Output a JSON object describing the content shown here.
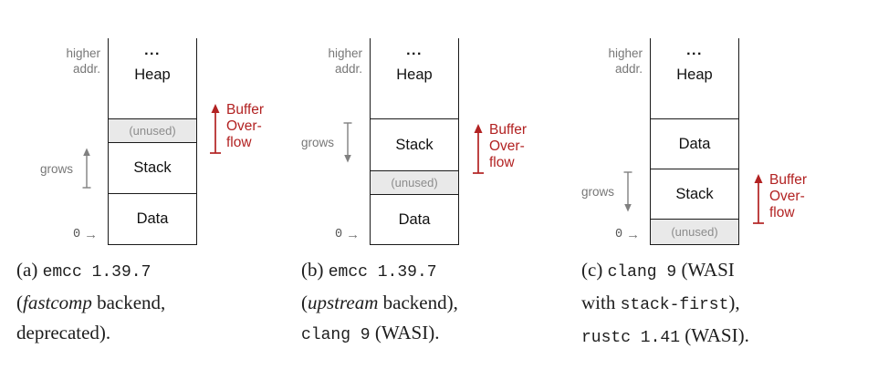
{
  "figure": {
    "colors": {
      "overflow_red": "#b22222",
      "muted_gray": "#777777",
      "unused_bg": "#e9e9e9",
      "border": "#1a1a1a"
    },
    "diagrams": {
      "a": {
        "higher_addr_line1": "higher",
        "higher_addr_line2": "addr.",
        "grows_label": "grows",
        "zero_label": "0",
        "zero_arrow_icon": "→",
        "heap_dots": "...",
        "heap_label": "Heap",
        "unused_label": "(unused)",
        "stack_label": "Stack",
        "data_label": "Data",
        "overflow_line1": "Buffer",
        "overflow_line2": "Over-",
        "overflow_line3": "flow"
      },
      "b": {
        "higher_addr_line1": "higher",
        "higher_addr_line2": "addr.",
        "grows_label": "grows",
        "zero_label": "0",
        "zero_arrow_icon": "→",
        "heap_dots": "...",
        "heap_label": "Heap",
        "unused_label": "(unused)",
        "stack_label": "Stack",
        "data_label": "Data",
        "overflow_line1": "Buffer",
        "overflow_line2": "Over-",
        "overflow_line3": "flow"
      },
      "c": {
        "higher_addr_line1": "higher",
        "higher_addr_line2": "addr.",
        "grows_label": "grows",
        "zero_label": "0",
        "zero_arrow_icon": "→",
        "heap_dots": "...",
        "heap_label": "Heap",
        "unused_label": "(unused)",
        "stack_label": "Stack",
        "data_label": "Data",
        "overflow_line1": "Buffer",
        "overflow_line2": "Over-",
        "overflow_line3": "flow"
      }
    },
    "captions": {
      "a": {
        "l1_serif": "(a) ",
        "l1_mono": "emcc 1.39.7",
        "l2_open": "(",
        "l2_italic": "fastcomp",
        "l2_rest": " backend,",
        "l3": "deprecated)."
      },
      "b": {
        "l1_serif": "(b) ",
        "l1_mono": "emcc 1.39.7",
        "l2_open": "(",
        "l2_italic": "upstream",
        "l2_rest": " backend),",
        "l3_mono": "clang 9",
        "l3_rest": " (WASI)."
      },
      "c": {
        "l1_serif": "(c) ",
        "l1_mono": "clang 9",
        "l1_rest": " (WASI",
        "l2_pre": "with ",
        "l2_mono": "stack-first",
        "l2_rest": "),",
        "l3_mono": "rustc 1.41",
        "l3_rest": " (WASI)."
      }
    }
  }
}
